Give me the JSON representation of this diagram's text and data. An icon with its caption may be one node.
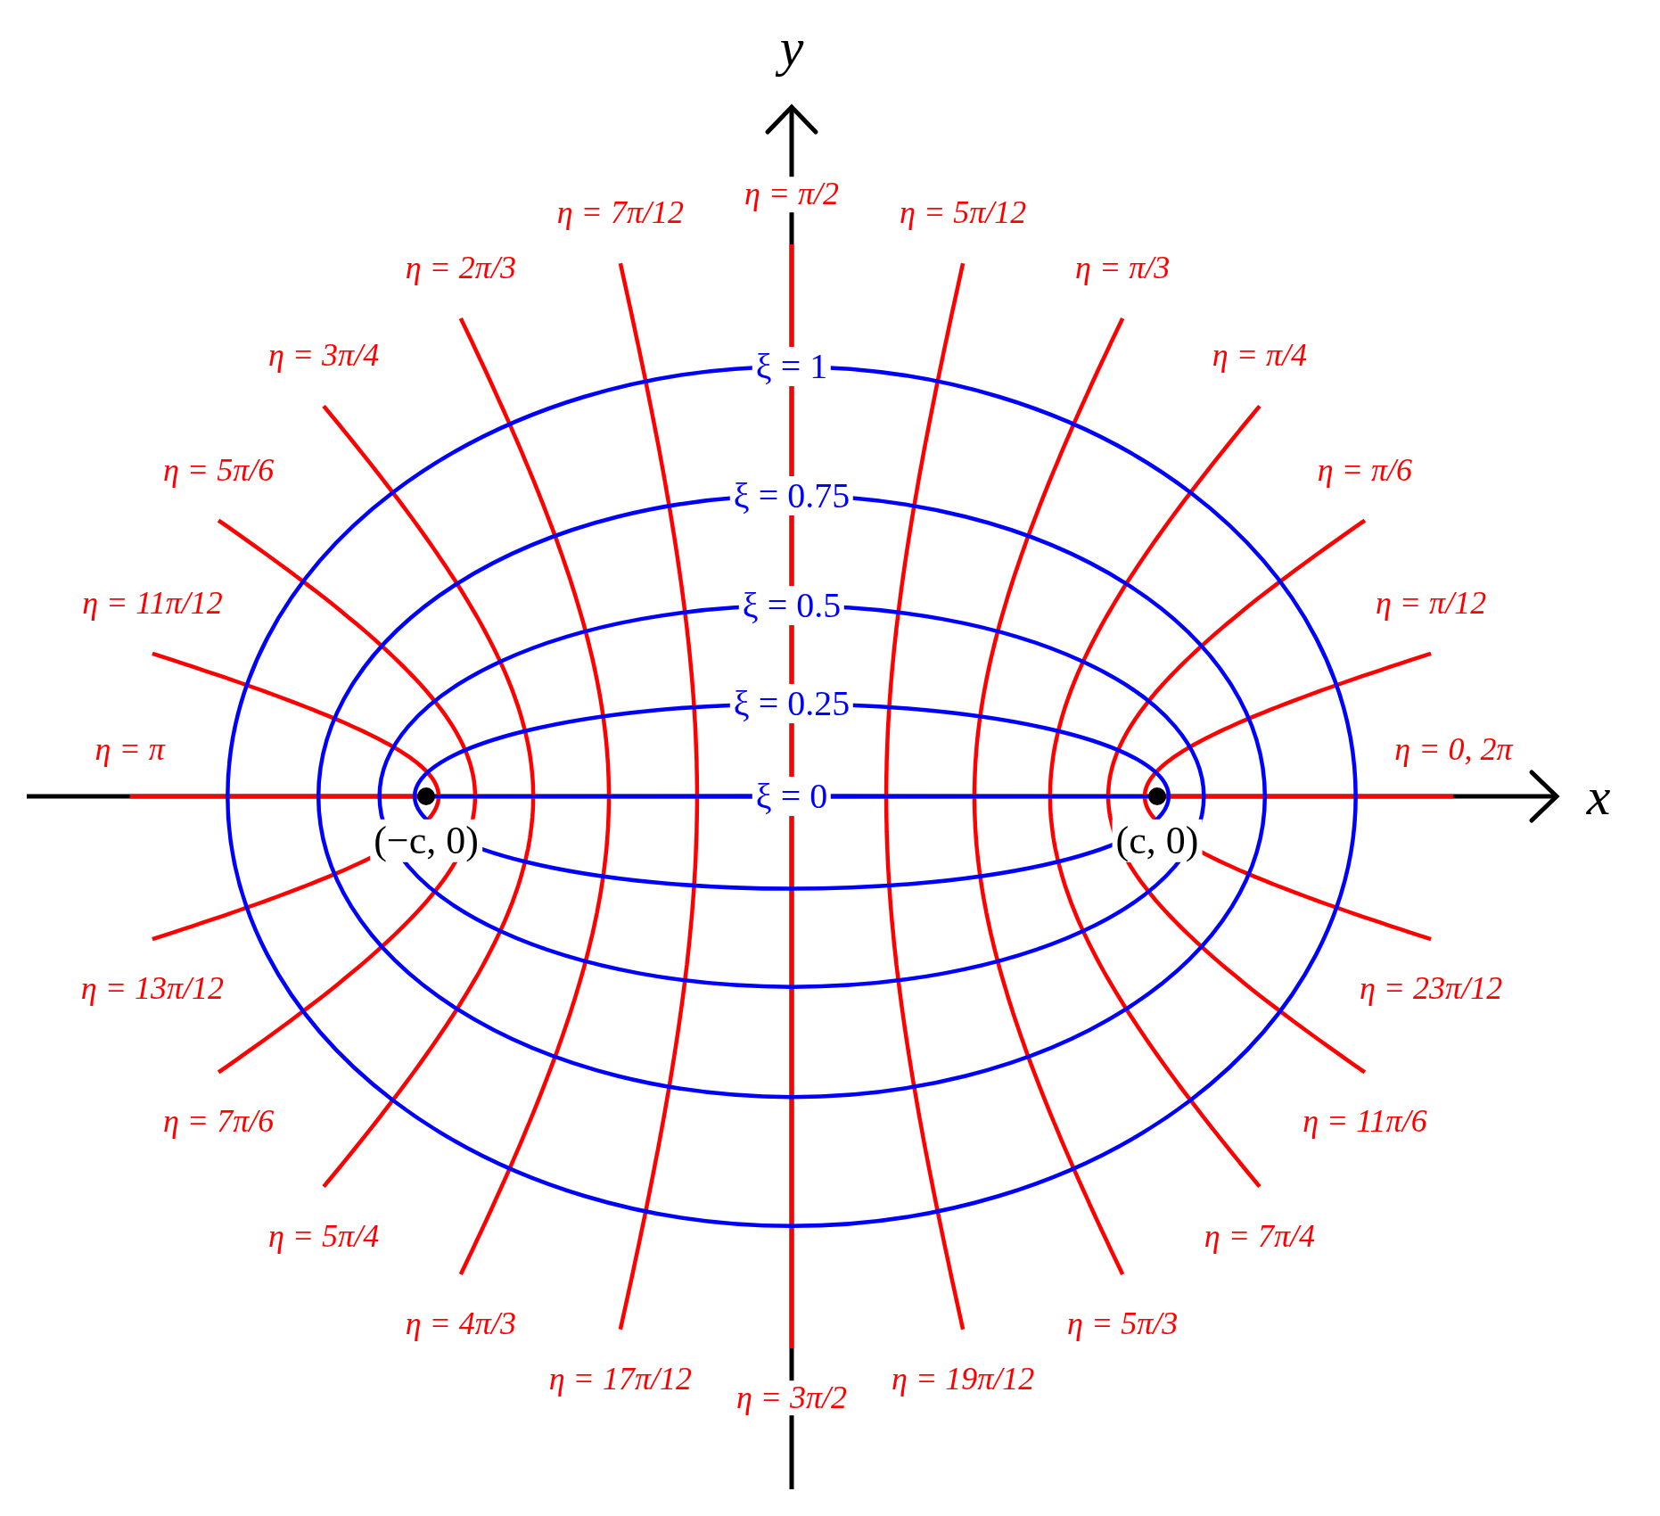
{
  "diagram": {
    "labels": [
      "y",
      "η = π/2",
      "η = 7π/12",
      "η = 5π/12",
      "η = 2π/3",
      "η = π/3",
      "η = 3π/4",
      "ξ = 1",
      "η = π/4",
      "η = 5π/6",
      "η = π/6",
      "ξ = 0.75",
      "η = 11π/12",
      "ξ = 0.5",
      "η = π/12",
      "ξ = 0.25",
      "η = π",
      "η = 0, 2π",
      "ξ = 0",
      "x",
      "(−c, 0)",
      "(c, 0)",
      "η = 13π/12",
      "η = 23π/12",
      "η = 7π/6",
      "η = 11π/6",
      "η = 5π/4",
      "η = 7π/4",
      "η = 4π/3",
      "η = 5π/3",
      "η = 17π/12",
      "η = 19π/12",
      "η = 3π/2"
    ]
  }
}
